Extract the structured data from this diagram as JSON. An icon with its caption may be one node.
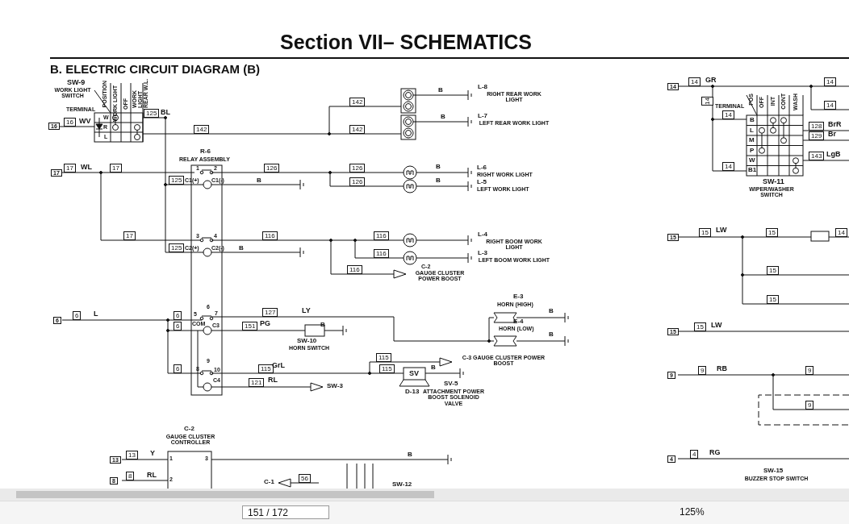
{
  "diagram": {
    "title": "Section VII– SCHEMATICS",
    "labels": [
      "B. ELECTRIC CIRCUIT DIAGRAM (B)",
      "SW-9",
      "WORK LIGHT SWITCH",
      "POSITION",
      "WORK LIGHT",
      "OFF",
      "WORK LIGHT REAR W.L.",
      "TERMINAL",
      "W",
      "R",
      "L",
      "16",
      "16",
      "WV",
      "125",
      "BL",
      "142",
      "142",
      "142",
      "B",
      "L-8",
      "RIGHT REAR WORK LIGHT",
      "B",
      "L-7",
      "LEFT REAR WORK LIGHT",
      "R-6",
      "RELAY ASSEMBLY",
      "17",
      "17",
      "WL",
      "17",
      "1",
      "2",
      "126",
      "125",
      "C1(+)",
      "C1(-)",
      "B",
      "126",
      "B",
      "L-6",
      "RIGHT WORK LIGHT",
      "126",
      "B",
      "L-5",
      "LEFT WORK LIGHT",
      "17",
      "3",
      "4",
      "116",
      "125",
      "C2(+)",
      "C2(-)",
      "B",
      "116",
      "L-4",
      "RIGHT BOOM WORK LIGHT",
      "116",
      "L-3",
      "LEFT BOOM WORK LIGHT",
      "116",
      "C-2",
      "GAUGE CLUSTER POWER BOOST",
      "6",
      "6",
      "L",
      "6",
      "5",
      "6",
      "7",
      "127",
      "LY",
      "6",
      "COM",
      "C3",
      "151",
      "PG",
      "B",
      "SW-10",
      "HORN SWITCH",
      "E-3",
      "HORN (HIGH)",
      "B",
      "E-4",
      "HORN (LOW)",
      "B",
      "6",
      "8",
      "9",
      "10",
      "115",
      "GrL",
      "C4",
      "121",
      "RL",
      "SW-3",
      "115",
      "C-3 GAUGE CLUSTER POWER BOOST",
      "115",
      "SV",
      "B",
      "D-13",
      "SV-5",
      "ATTACHMENT POWER BOOST SOLENOID VALVE",
      "C-2",
      "GAUGE CLUSTER CONTROLLER",
      "13",
      "13",
      "Y",
      "1",
      "3",
      "B",
      "8",
      "8",
      "RL",
      "2",
      "C-1",
      "56",
      "SW-12",
      "14",
      "14",
      "GR",
      "14",
      "14",
      "14",
      "TERMINAL",
      "POS",
      "OFF",
      "INT",
      "CONT",
      "WASH",
      "14",
      "B",
      "L",
      "M",
      "P",
      "W",
      "B1",
      "14",
      "128",
      "BrR",
      "129",
      "Br",
      "143",
      "LgB",
      "SW-11",
      "WIPER/WASHER SWITCH",
      "15",
      "15",
      "LW",
      "15",
      "14",
      "15",
      "15",
      "15",
      "15",
      "LW",
      "9",
      "9",
      "RB",
      "9",
      "9",
      "4",
      "4",
      "RG",
      "SW-15",
      "BUZZER STOP SWITCH",
      "151 / 172",
      "125%"
    ]
  }
}
